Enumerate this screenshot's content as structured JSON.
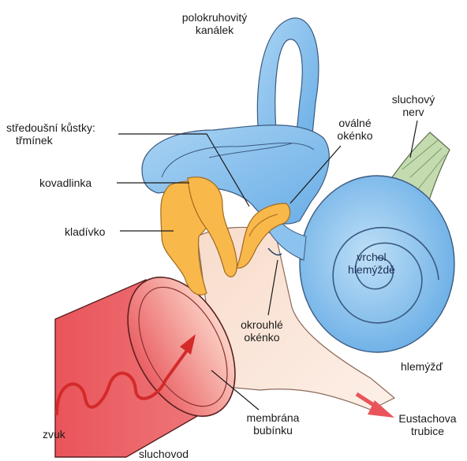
{
  "labels": {
    "semicircular_canal": [
      "polokruhovitý",
      "kanálek"
    ],
    "ossicles_stapes": [
      "středoušní kůstky:",
      "třmínek"
    ],
    "incus": "kovadlinka",
    "malleus": "kladívko",
    "oval_window": [
      "oválné",
      "okénko"
    ],
    "auditory_nerve": [
      "sluchový",
      "nerv"
    ],
    "cochlea_apex": [
      "vrchol",
      "hlemýždě"
    ],
    "round_window": [
      "okrouhlé",
      "okénko"
    ],
    "cochlea": "hlemýžď",
    "eardrum": [
      "membrána",
      "bubínku"
    ],
    "eustachian_tube": [
      "Eustachova",
      "trubice"
    ],
    "sound": "zvuk",
    "ear_canal": "sluchovod"
  },
  "colors": {
    "inner_ear_blue": "#6aaee6",
    "inner_ear_light": "#a9d3f3",
    "ossicle_orange": "#f9b84a",
    "canal_red": "#e9545a",
    "tissue_pink": "#f9e3d6",
    "nerve_green": "#c4dbb0",
    "arrow_red": "#d42a2a",
    "outline": "#3a3a3a"
  },
  "icons": {
    "sound_wave": "wavy-arrow-icon",
    "tube_arrow": "arrow-icon"
  }
}
